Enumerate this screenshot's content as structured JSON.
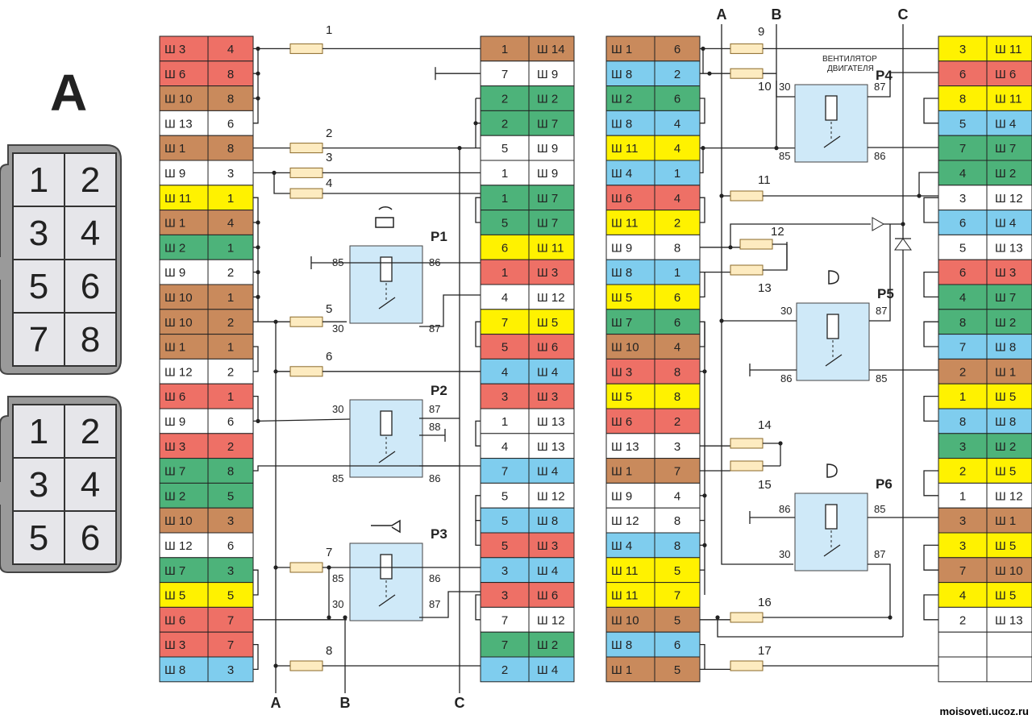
{
  "title_letter": "A",
  "watermark": "moisovetі.ucoz.ru",
  "colors": {
    "red": "#ee7066",
    "orange": "#c98a5c",
    "white": "#ffffff",
    "yellow": "#fff200",
    "green": "#4db37a",
    "blue": "#7fcdee",
    "relay": "#cfe9f8",
    "fuse": "#fdebc0",
    "wire": "#222222"
  },
  "connector_8": {
    "pins": [
      "1",
      "2",
      "3",
      "4",
      "5",
      "6",
      "7",
      "8"
    ]
  },
  "connector_6": {
    "pins": [
      "1",
      "2",
      "3",
      "4",
      "5",
      "6"
    ]
  },
  "terminals_col1": [
    {
      "label": "Ш 3",
      "pin": "4",
      "color": "red"
    },
    {
      "label": "Ш 6",
      "pin": "8",
      "color": "red"
    },
    {
      "label": "Ш 10",
      "pin": "8",
      "color": "orange"
    },
    {
      "label": "Ш 13",
      "pin": "6",
      "color": "white"
    },
    {
      "label": "Ш 1",
      "pin": "8",
      "color": "orange"
    },
    {
      "label": "Ш 9",
      "pin": "3",
      "color": "white"
    },
    {
      "label": "Ш 11",
      "pin": "1",
      "color": "yellow"
    },
    {
      "label": "Ш 1",
      "pin": "4",
      "color": "orange"
    },
    {
      "label": "Ш 2",
      "pin": "1",
      "color": "green"
    },
    {
      "label": "Ш 9",
      "pin": "2",
      "color": "white"
    },
    {
      "label": "Ш 10",
      "pin": "1",
      "color": "orange"
    },
    {
      "label": "Ш 10",
      "pin": "2",
      "color": "orange"
    },
    {
      "label": "Ш 1",
      "pin": "1",
      "color": "orange"
    },
    {
      "label": "Ш 12",
      "pin": "2",
      "color": "white"
    },
    {
      "label": "Ш 6",
      "pin": "1",
      "color": "red"
    },
    {
      "label": "Ш 9",
      "pin": "6",
      "color": "white"
    },
    {
      "label": "Ш 3",
      "pin": "2",
      "color": "red"
    },
    {
      "label": "Ш 7",
      "pin": "8",
      "color": "green"
    },
    {
      "label": "Ш 2",
      "pin": "5",
      "color": "green"
    },
    {
      "label": "Ш 10",
      "pin": "3",
      "color": "orange"
    },
    {
      "label": "Ш 12",
      "pin": "6",
      "color": "white"
    },
    {
      "label": "Ш 7",
      "pin": "3",
      "color": "green"
    },
    {
      "label": "Ш 5",
      "pin": "5",
      "color": "yellow"
    },
    {
      "label": "Ш 6",
      "pin": "7",
      "color": "red"
    },
    {
      "label": "Ш 3",
      "pin": "7",
      "color": "red"
    },
    {
      "label": "Ш 8",
      "pin": "3",
      "color": "blue"
    }
  ],
  "terminals_col2": [
    {
      "label": "Ш 14",
      "pin": "1",
      "color": "orange"
    },
    {
      "label": "Ш 9",
      "pin": "7",
      "color": "white"
    },
    {
      "label": "Ш 2",
      "pin": "2",
      "color": "green"
    },
    {
      "label": "Ш 7",
      "pin": "2",
      "color": "green"
    },
    {
      "label": "Ш 9",
      "pin": "5",
      "color": "white"
    },
    {
      "label": "Ш 9",
      "pin": "1",
      "color": "white"
    },
    {
      "label": "Ш 7",
      "pin": "1",
      "color": "green"
    },
    {
      "label": "Ш 7",
      "pin": "5",
      "color": "green"
    },
    {
      "label": "Ш 11",
      "pin": "6",
      "color": "yellow"
    },
    {
      "label": "Ш 3",
      "pin": "1",
      "color": "red"
    },
    {
      "label": "Ш 12",
      "pin": "4",
      "color": "white"
    },
    {
      "label": "Ш 5",
      "pin": "7",
      "color": "yellow"
    },
    {
      "label": "Ш 6",
      "pin": "5",
      "color": "red"
    },
    {
      "label": "Ш 4",
      "pin": "4",
      "color": "blue"
    },
    {
      "label": "Ш 3",
      "pin": "3",
      "color": "red"
    },
    {
      "label": "Ш 13",
      "pin": "1",
      "color": "white"
    },
    {
      "label": "Ш 13",
      "pin": "4",
      "color": "white"
    },
    {
      "label": "Ш 4",
      "pin": "7",
      "color": "blue"
    },
    {
      "label": "Ш 12",
      "pin": "5",
      "color": "white"
    },
    {
      "label": "Ш 8",
      "pin": "5",
      "color": "blue"
    },
    {
      "label": "Ш 3",
      "pin": "5",
      "color": "red"
    },
    {
      "label": "Ш 4",
      "pin": "3",
      "color": "blue"
    },
    {
      "label": "Ш 6",
      "pin": "3",
      "color": "red"
    },
    {
      "label": "Ш 12",
      "pin": "7",
      "color": "white"
    },
    {
      "label": "Ш 2",
      "pin": "7",
      "color": "green"
    },
    {
      "label": "Ш 4",
      "pin": "2",
      "color": "blue"
    }
  ],
  "terminals_col3": [
    {
      "label": "Ш 1",
      "pin": "6",
      "color": "orange"
    },
    {
      "label": "Ш 8",
      "pin": "2",
      "color": "blue"
    },
    {
      "label": "Ш 2",
      "pin": "6",
      "color": "green"
    },
    {
      "label": "Ш 8",
      "pin": "4",
      "color": "blue"
    },
    {
      "label": "Ш 11",
      "pin": "4",
      "color": "yellow"
    },
    {
      "label": "Ш 4",
      "pin": "1",
      "color": "blue"
    },
    {
      "label": "Ш 6",
      "pin": "4",
      "color": "red"
    },
    {
      "label": "Ш 11",
      "pin": "2",
      "color": "yellow"
    },
    {
      "label": "Ш 9",
      "pin": "8",
      "color": "white"
    },
    {
      "label": "Ш 8",
      "pin": "1",
      "color": "blue"
    },
    {
      "label": "Ш 5",
      "pin": "6",
      "color": "yellow"
    },
    {
      "label": "Ш 7",
      "pin": "6",
      "color": "green"
    },
    {
      "label": "Ш 10",
      "pin": "4",
      "color": "orange"
    },
    {
      "label": "Ш 3",
      "pin": "8",
      "color": "red"
    },
    {
      "label": "Ш 5",
      "pin": "8",
      "color": "yellow"
    },
    {
      "label": "Ш 6",
      "pin": "2",
      "color": "red"
    },
    {
      "label": "Ш 13",
      "pin": "3",
      "color": "white"
    },
    {
      "label": "Ш 1",
      "pin": "7",
      "color": "orange"
    },
    {
      "label": "Ш 9",
      "pin": "4",
      "color": "white"
    },
    {
      "label": "Ш 12",
      "pin": "8",
      "color": "white"
    },
    {
      "label": "Ш 4",
      "pin": "8",
      "color": "blue"
    },
    {
      "label": "Ш 11",
      "pin": "5",
      "color": "yellow"
    },
    {
      "label": "Ш 11",
      "pin": "7",
      "color": "yellow"
    },
    {
      "label": "Ш 10",
      "pin": "5",
      "color": "orange"
    },
    {
      "label": "Ш 8",
      "pin": "6",
      "color": "blue"
    },
    {
      "label": "Ш 1",
      "pin": "5",
      "color": "orange"
    }
  ],
  "terminals_col4": [
    {
      "label": "Ш 11",
      "pin": "3",
      "color": "yellow"
    },
    {
      "label": "Ш 6",
      "pin": "6",
      "color": "red"
    },
    {
      "label": "Ш 11",
      "pin": "8",
      "color": "yellow"
    },
    {
      "label": "Ш 4",
      "pin": "5",
      "color": "blue"
    },
    {
      "label": "Ш 7",
      "pin": "7",
      "color": "green"
    },
    {
      "label": "Ш 2",
      "pin": "4",
      "color": "green"
    },
    {
      "label": "Ш 12",
      "pin": "3",
      "color": "white"
    },
    {
      "label": "Ш 4",
      "pin": "6",
      "color": "blue"
    },
    {
      "label": "Ш 13",
      "pin": "5",
      "color": "white"
    },
    {
      "label": "Ш 3",
      "pin": "6",
      "color": "red"
    },
    {
      "label": "Ш 7",
      "pin": "4",
      "color": "green"
    },
    {
      "label": "Ш 2",
      "pin": "8",
      "color": "green"
    },
    {
      "label": "Ш 8",
      "pin": "7",
      "color": "blue"
    },
    {
      "label": "Ш 1",
      "pin": "2",
      "color": "orange"
    },
    {
      "label": "Ш 5",
      "pin": "1",
      "color": "yellow"
    },
    {
      "label": "Ш 8",
      "pin": "8",
      "color": "blue"
    },
    {
      "label": "Ш 2",
      "pin": "3",
      "color": "green"
    },
    {
      "label": "Ш 5",
      "pin": "2",
      "color": "yellow"
    },
    {
      "label": "Ш 12",
      "pin": "1",
      "color": "white"
    },
    {
      "label": "Ш 1",
      "pin": "3",
      "color": "orange"
    },
    {
      "label": "Ш 5",
      "pin": "3",
      "color": "yellow"
    },
    {
      "label": "Ш 10",
      "pin": "7",
      "color": "orange"
    },
    {
      "label": "Ш 5",
      "pin": "4",
      "color": "yellow"
    },
    {
      "label": "Ш 13",
      "pin": "2",
      "color": "white"
    },
    {
      "label": "",
      "pin": "",
      "color": "white"
    },
    {
      "label": "",
      "pin": "",
      "color": "white"
    }
  ],
  "fuses": [
    "1",
    "2",
    "3",
    "4",
    "5",
    "6",
    "7",
    "8",
    "9",
    "10",
    "11",
    "12",
    "13",
    "14",
    "15",
    "16",
    "17"
  ],
  "relays": {
    "p1": {
      "name": "Р1",
      "pins": [
        "85",
        "86",
        "30",
        "87"
      ]
    },
    "p2": {
      "name": "Р2",
      "pins": [
        "30",
        "87",
        "88",
        "85",
        "86"
      ]
    },
    "p3": {
      "name": "Р3",
      "pins": [
        "85",
        "86",
        "30",
        "87"
      ]
    },
    "p4": {
      "name": "Р4",
      "caption1": "ВЕНТИЛЯТОР",
      "caption2": "ДВИГАТЕЛЯ",
      "pins": [
        "30",
        "87",
        "85",
        "86"
      ]
    },
    "p5": {
      "name": "Р5",
      "pins": [
        "30",
        "87",
        "86",
        "85"
      ]
    },
    "p6": {
      "name": "Р6",
      "pins": [
        "86",
        "85",
        "30",
        "87"
      ]
    }
  },
  "bus_labels": {
    "a": "A",
    "b": "B",
    "c": "C"
  }
}
